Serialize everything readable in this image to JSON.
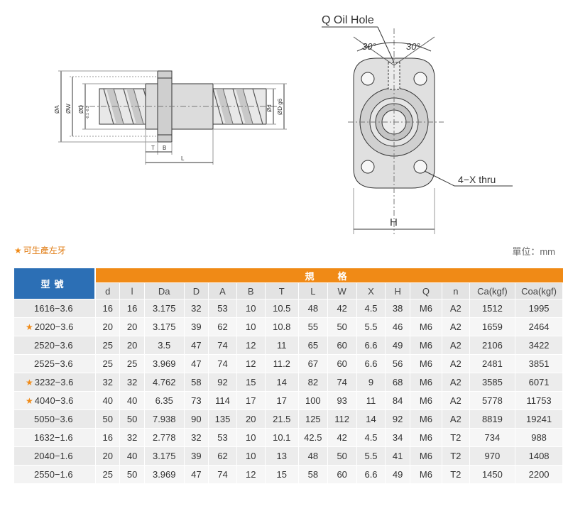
{
  "drawing": {
    "oil_hole_label": "Q Oil Hole",
    "angle_left": "30°",
    "angle_right": "30°",
    "thru_label": "4−X  thru",
    "h_label": "H",
    "side_labels": {
      "da": "ØA",
      "dw": "ØW",
      "dd": "ØD",
      "dd_tol": "-0.1 -0.3",
      "d": "Ød",
      "dg6": "ØD g6",
      "t": "T",
      "b": "B",
      "l": "L"
    }
  },
  "left_note": "可生產左牙",
  "unit_note": "單位：mm",
  "table": {
    "model_header": "型號",
    "spec_header": "規　格",
    "columns": [
      "d",
      "l",
      "Da",
      "D",
      "A",
      "B",
      "T",
      "L",
      "W",
      "X",
      "H",
      "Q",
      "n",
      "Ca(kgf)",
      "Coa(kgf)"
    ],
    "rows": [
      {
        "model": "1616−3.6",
        "star": false,
        "cells": [
          "16",
          "16",
          "3.175",
          "32",
          "53",
          "10",
          "10.5",
          "48",
          "42",
          "4.5",
          "38",
          "M6",
          "A2",
          "1512",
          "1995"
        ]
      },
      {
        "model": "2020−3.6",
        "star": true,
        "cells": [
          "20",
          "20",
          "3.175",
          "39",
          "62",
          "10",
          "10.8",
          "55",
          "50",
          "5.5",
          "46",
          "M6",
          "A2",
          "1659",
          "2464"
        ]
      },
      {
        "model": "2520−3.6",
        "star": false,
        "cells": [
          "25",
          "20",
          "3.5",
          "47",
          "74",
          "12",
          "11",
          "65",
          "60",
          "6.6",
          "49",
          "M6",
          "A2",
          "2106",
          "3422"
        ]
      },
      {
        "model": "2525−3.6",
        "star": false,
        "cells": [
          "25",
          "25",
          "3.969",
          "47",
          "74",
          "12",
          "11.2",
          "67",
          "60",
          "6.6",
          "56",
          "M6",
          "A2",
          "2481",
          "3851"
        ]
      },
      {
        "model": "3232−3.6",
        "star": true,
        "cells": [
          "32",
          "32",
          "4.762",
          "58",
          "92",
          "15",
          "14",
          "82",
          "74",
          "9",
          "68",
          "M6",
          "A2",
          "3585",
          "6071"
        ]
      },
      {
        "model": "4040−3.6",
        "star": true,
        "cells": [
          "40",
          "40",
          "6.35",
          "73",
          "114",
          "17",
          "17",
          "100",
          "93",
          "11",
          "84",
          "M6",
          "A2",
          "5778",
          "11753"
        ]
      },
      {
        "model": "5050−3.6",
        "star": false,
        "cells": [
          "50",
          "50",
          "7.938",
          "90",
          "135",
          "20",
          "21.5",
          "125",
          "112",
          "14",
          "92",
          "M6",
          "A2",
          "8819",
          "19241"
        ]
      },
      {
        "model": "1632−1.6",
        "star": false,
        "cells": [
          "16",
          "32",
          "2.778",
          "32",
          "53",
          "10",
          "10.1",
          "42.5",
          "42",
          "4.5",
          "34",
          "M6",
          "T2",
          "734",
          "988"
        ]
      },
      {
        "model": "2040−1.6",
        "star": false,
        "cells": [
          "20",
          "40",
          "3.175",
          "39",
          "62",
          "10",
          "13",
          "48",
          "50",
          "5.5",
          "41",
          "M6",
          "T2",
          "970",
          "1408"
        ]
      },
      {
        "model": "2550−1.6",
        "star": false,
        "cells": [
          "25",
          "50",
          "3.969",
          "47",
          "74",
          "12",
          "15",
          "58",
          "60",
          "6.6",
          "49",
          "M6",
          "T2",
          "1450",
          "2200"
        ]
      }
    ]
  }
}
